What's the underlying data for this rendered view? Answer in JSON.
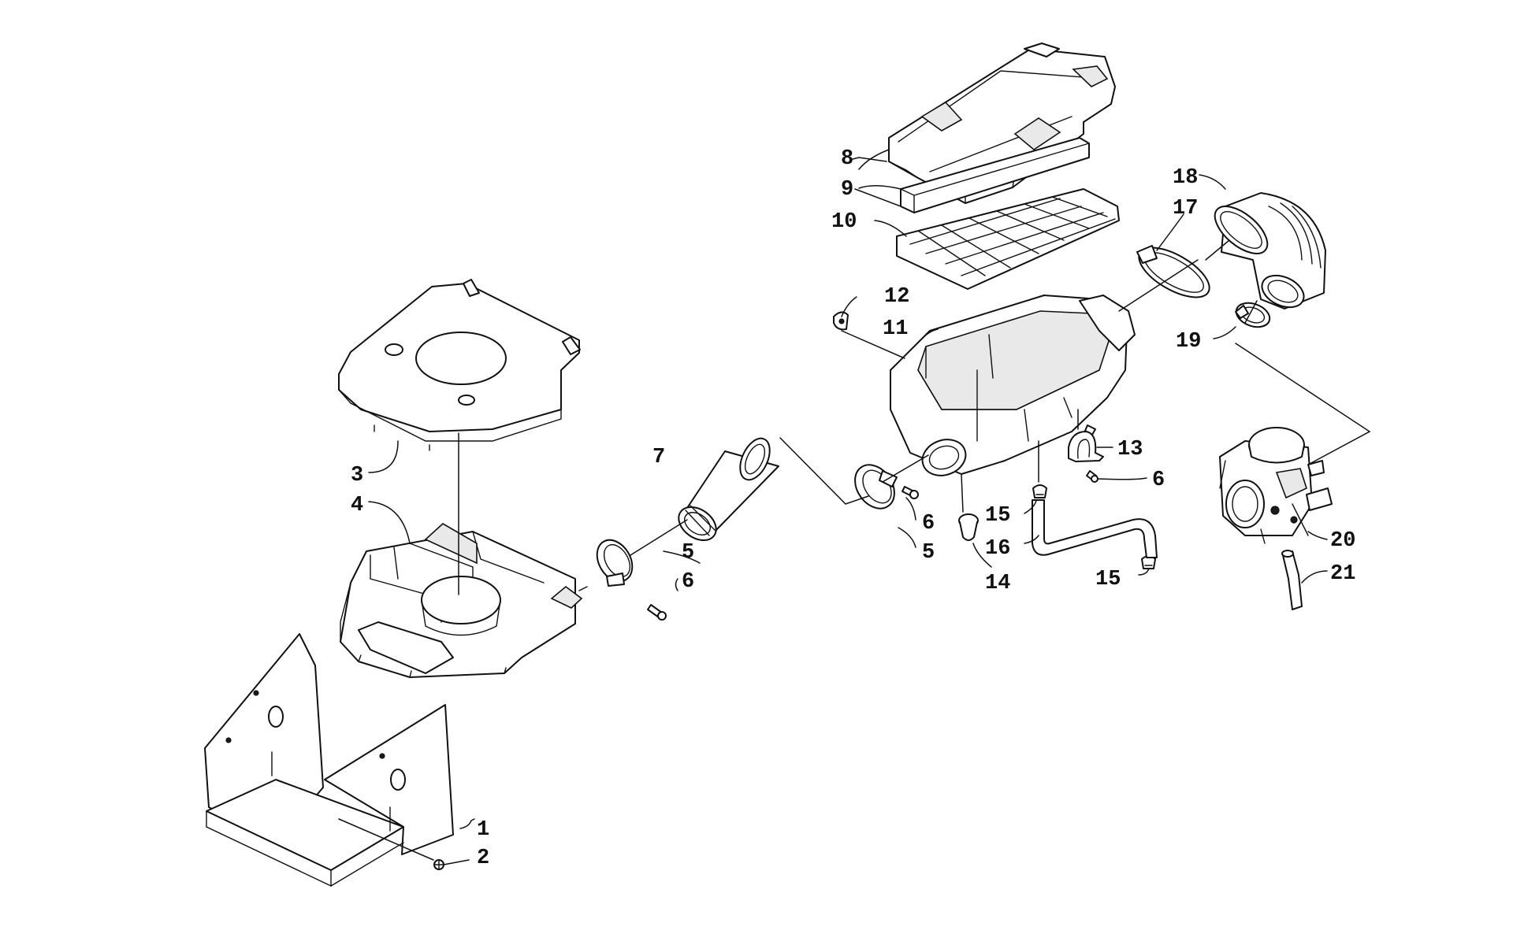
{
  "colors": {
    "ink": "#111111",
    "paper": "#ffffff",
    "shade": "#e9e9e9"
  },
  "callouts": [
    {
      "id": "c1",
      "text": "1"
    },
    {
      "id": "c2",
      "text": "2"
    },
    {
      "id": "c3",
      "text": "3"
    },
    {
      "id": "c4",
      "text": "4"
    },
    {
      "id": "c5a",
      "text": "5"
    },
    {
      "id": "c5b",
      "text": "5"
    },
    {
      "id": "c6a",
      "text": "6"
    },
    {
      "id": "c6b",
      "text": "6"
    },
    {
      "id": "c6c",
      "text": "6"
    },
    {
      "id": "c7",
      "text": "7"
    },
    {
      "id": "c8",
      "text": "8"
    },
    {
      "id": "c9",
      "text": "9"
    },
    {
      "id": "c10",
      "text": "10"
    },
    {
      "id": "c11",
      "text": "11"
    },
    {
      "id": "c12",
      "text": "12"
    },
    {
      "id": "c13",
      "text": "13"
    },
    {
      "id": "c14",
      "text": "14"
    },
    {
      "id": "c15a",
      "text": "15"
    },
    {
      "id": "c15b",
      "text": "15"
    },
    {
      "id": "c16",
      "text": "16"
    },
    {
      "id": "c17",
      "text": "17"
    },
    {
      "id": "c18",
      "text": "18"
    },
    {
      "id": "c19",
      "text": "19"
    },
    {
      "id": "c20",
      "text": "20"
    },
    {
      "id": "c21",
      "text": "21"
    }
  ]
}
